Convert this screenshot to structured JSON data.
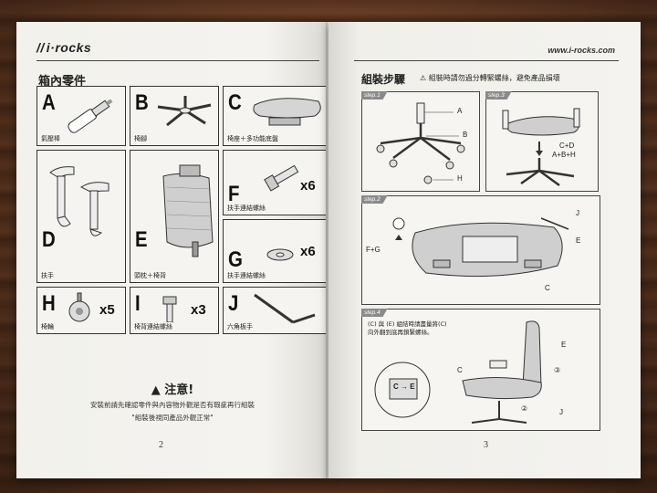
{
  "left_page": {
    "brand": "i·rocks",
    "section_title": "箱內零件",
    "parts": [
      {
        "letter": "A",
        "label": "氣壓棒"
      },
      {
        "letter": "B",
        "label": "椅腳"
      },
      {
        "letter": "C",
        "label": "椅座＋多功能底盤"
      },
      {
        "letter": "D",
        "label": "扶手"
      },
      {
        "letter": "E",
        "label": "頭枕＋椅背"
      },
      {
        "letter": "F",
        "label": "扶手連結螺絲",
        "qty": "x6"
      },
      {
        "letter": "G",
        "label": "扶手連結螺絲",
        "qty": "x6"
      },
      {
        "letter": "H",
        "label": "椅輪",
        "qty": "x5"
      },
      {
        "letter": "I",
        "label": "椅背連結螺絲",
        "qty": "x3"
      },
      {
        "letter": "J",
        "label": "六角板手"
      }
    ],
    "warning_title": "注意!",
    "notice_line1": "安裝前請先確認零件與內容物外觀是否有瑕疵再行組裝",
    "notice_line2": "\"組裝後視同產品外觀正常\"",
    "page_number": "2"
  },
  "right_page": {
    "url": "www.i-rocks.com",
    "section_title": "組裝步驟",
    "caution": "組裝時請勿過分轉緊螺絲，避免產品損壞",
    "steps": [
      {
        "tag": "step.1",
        "labels": [
          "A",
          "B",
          "H"
        ]
      },
      {
        "tag": "step.3",
        "labels": [
          "C+D",
          "A+B+H"
        ]
      },
      {
        "tag": "step.2",
        "labels": [
          "F+G",
          "E",
          "C",
          "J"
        ]
      },
      {
        "tag": "step.4",
        "note_line1": "(C) 與 (E) 組結時請盡量將(C)",
        "note_line2": "向外翻到底再鎖緊螺絲。",
        "labels": [
          "E",
          "C",
          "C → E",
          "③",
          "②",
          "J"
        ]
      }
    ],
    "page_number": "3"
  },
  "colors": {
    "page": "#f3f2ee",
    "ink": "#222222",
    "step_tag": "#8a8a8a",
    "wood": "#5a3420"
  },
  "icons": [
    "warning-triangle-icon",
    "caution-triangle-icon",
    "arrow-up-icon"
  ]
}
